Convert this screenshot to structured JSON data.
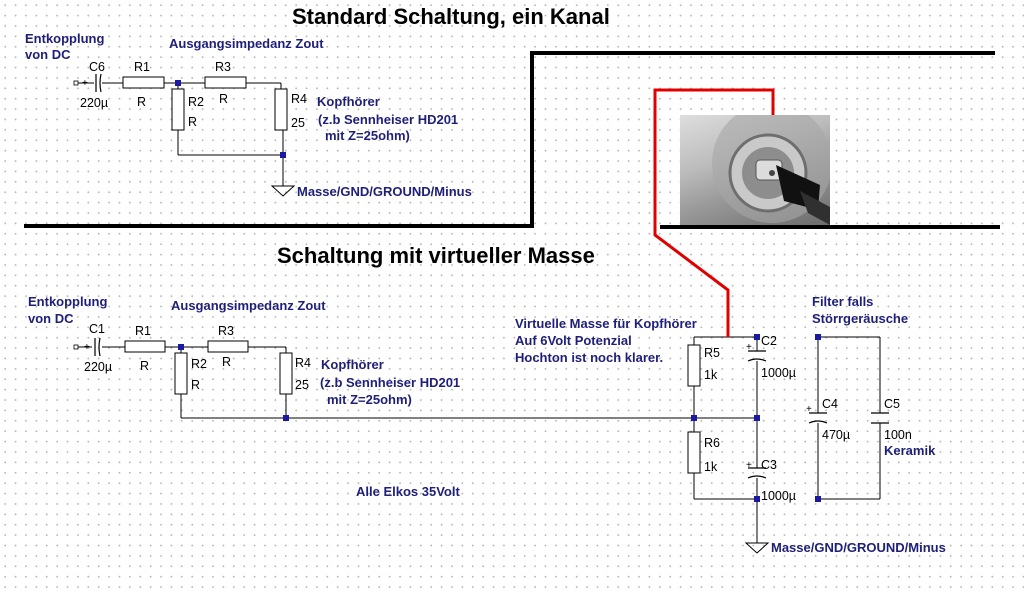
{
  "titles": {
    "top": "Standard Schaltung, ein Kanal",
    "bottom": "Schaltung mit virtueller Masse"
  },
  "top_circuit": {
    "coupling": [
      "Entkopplung",
      "von DC"
    ],
    "zout": "Ausgangsimpedanz Zout",
    "C6": "C6",
    "C6_val": "220µ",
    "R1": "R1",
    "R1_val": "R",
    "R2": "R2",
    "R2_val": "R",
    "R3": "R3",
    "R3_val": "R",
    "R4": "R4",
    "R4_val": "25",
    "headphone": [
      "Kopfhörer",
      "(z.b Sennheiser HD201",
      "mit Z=25ohm)"
    ],
    "ground": "Masse/GND/GROUND/Minus"
  },
  "bottom_circuit": {
    "coupling": [
      "Entkopplung",
      "von DC"
    ],
    "zout": "Ausgangsimpedanz Zout",
    "C1": "C1",
    "C1_val": "220µ",
    "R1": "R1",
    "R1_val": "R",
    "R2": "R2",
    "R2_val": "R",
    "R3": "R3",
    "R3_val": "R",
    "R4": "R4",
    "R4_val": "25",
    "headphone": [
      "Kopfhörer",
      "(z.b Sennheiser HD201",
      "mit Z=25ohm)"
    ],
    "virtual": [
      "Virtuelle Masse für Kopfhörer",
      "Auf 6Volt Potenzial",
      "Hochton ist noch klarer."
    ],
    "R5": "R5",
    "R5_val": "1k",
    "R6": "R6",
    "R6_val": "1k",
    "C2": "C2",
    "C2_val": "1000µ",
    "C3": "C3",
    "C3_val": "1000µ",
    "filter": [
      "Filter falls",
      "Störrgeräusche"
    ],
    "C4": "C4",
    "C4_val": "470µ",
    "C5": "C5",
    "C5_val": [
      "100n",
      "Keramik"
    ],
    "elkos": "Alle Elkos 35Volt",
    "ground": "Masse/GND/GROUND/Minus"
  },
  "colors": {
    "wire": "#000000",
    "text": "#1f1f7a",
    "node": "#1a1aa0",
    "callout": "#e00000",
    "divider": "#000000"
  }
}
